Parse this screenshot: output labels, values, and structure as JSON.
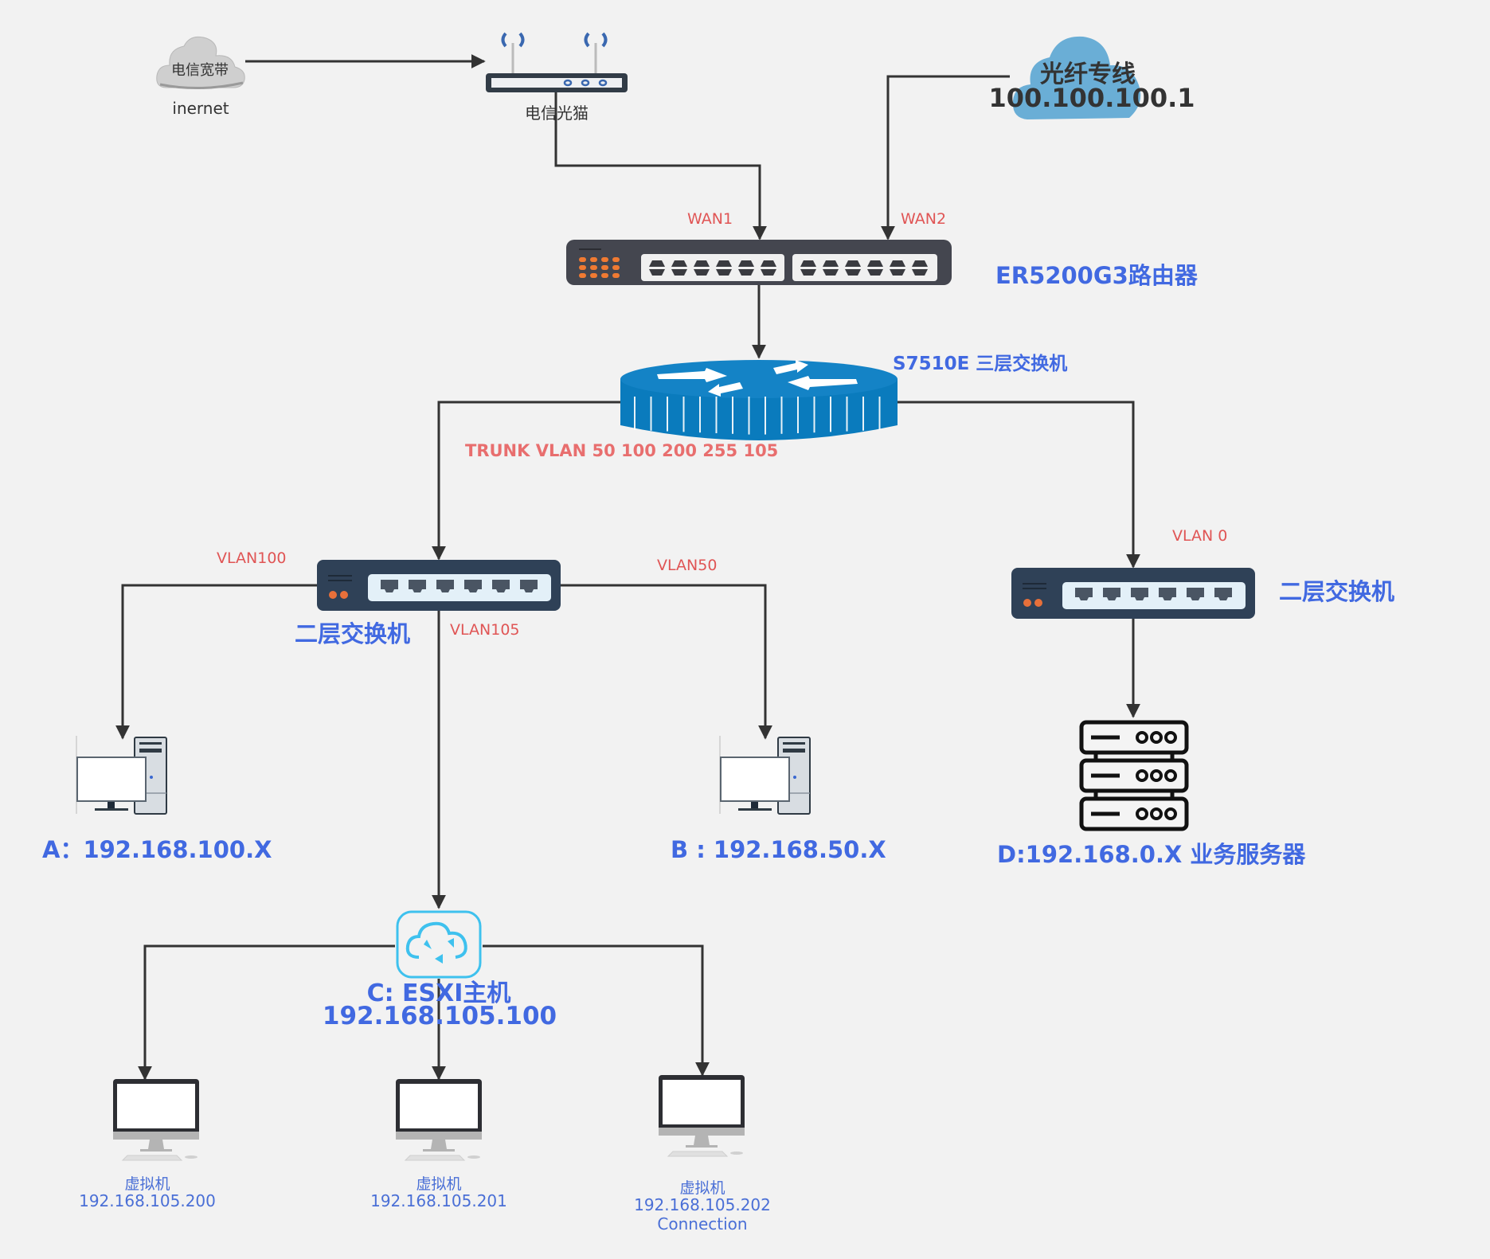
{
  "diagram": {
    "title": "Network Topology",
    "nodes": {
      "telecom_broadband": {
        "label": "电信宽带",
        "caption": "inernet",
        "icon": "cloud-icon"
      },
      "telecom_modem": {
        "label": "电信光猫",
        "icon": "wifi-modem-icon"
      },
      "fiber_line": {
        "label": "光纤专线",
        "ip": "100.100.100.1",
        "icon": "cloud-icon"
      },
      "router": {
        "label": "ER5200G3路由器",
        "icon": "router-switch-icon",
        "ports": {
          "wan1": "WAN1",
          "wan2": "WAN2"
        }
      },
      "core_switch": {
        "label": "S7510E 三层交换机",
        "icon": "core-router-icon"
      },
      "l2_switch_left": {
        "label": "二层交换机",
        "icon": "switch-icon"
      },
      "l2_switch_right": {
        "label": "二层交换机",
        "icon": "switch-icon"
      },
      "host_a": {
        "label": "A：192.168.100.X",
        "icon": "desktop-pc-icon"
      },
      "host_b": {
        "label": "B : 192.168.50.X",
        "icon": "desktop-pc-icon"
      },
      "server_d": {
        "label": "D:192.168.0.X  业务服务器",
        "icon": "server-rack-icon"
      },
      "esxi_c": {
        "label": "C: ESXI主机",
        "ip": "192.168.105.100",
        "icon": "cloud-sync-icon"
      },
      "vm1": {
        "label": "虚拟机",
        "ip": "192.168.105.200",
        "icon": "monitor-icon"
      },
      "vm2": {
        "label": "虚拟机",
        "ip": "192.168.105.201",
        "icon": "monitor-icon"
      },
      "vm3": {
        "label": "虚拟机",
        "ip": "192.168.105.202",
        "extra": "Connection",
        "icon": "monitor-icon"
      }
    },
    "links": {
      "trunk": "TRUNK  VLAN 50  100 200 255 105",
      "vlan100": "VLAN100",
      "vlan50": "VLAN50",
      "vlan105": "VLAN105",
      "vlan0": "VLAN 0"
    },
    "colors": {
      "background": "#f2f2f2",
      "line": "#333333",
      "label_red": "#e05555",
      "label_blue": "#4169e1",
      "core_blue": "#0a7bbd",
      "switch_dark": "#2f4157",
      "esxi_cyan": "#3ec1ee",
      "fiber_cloud": "#6aaed6"
    }
  }
}
